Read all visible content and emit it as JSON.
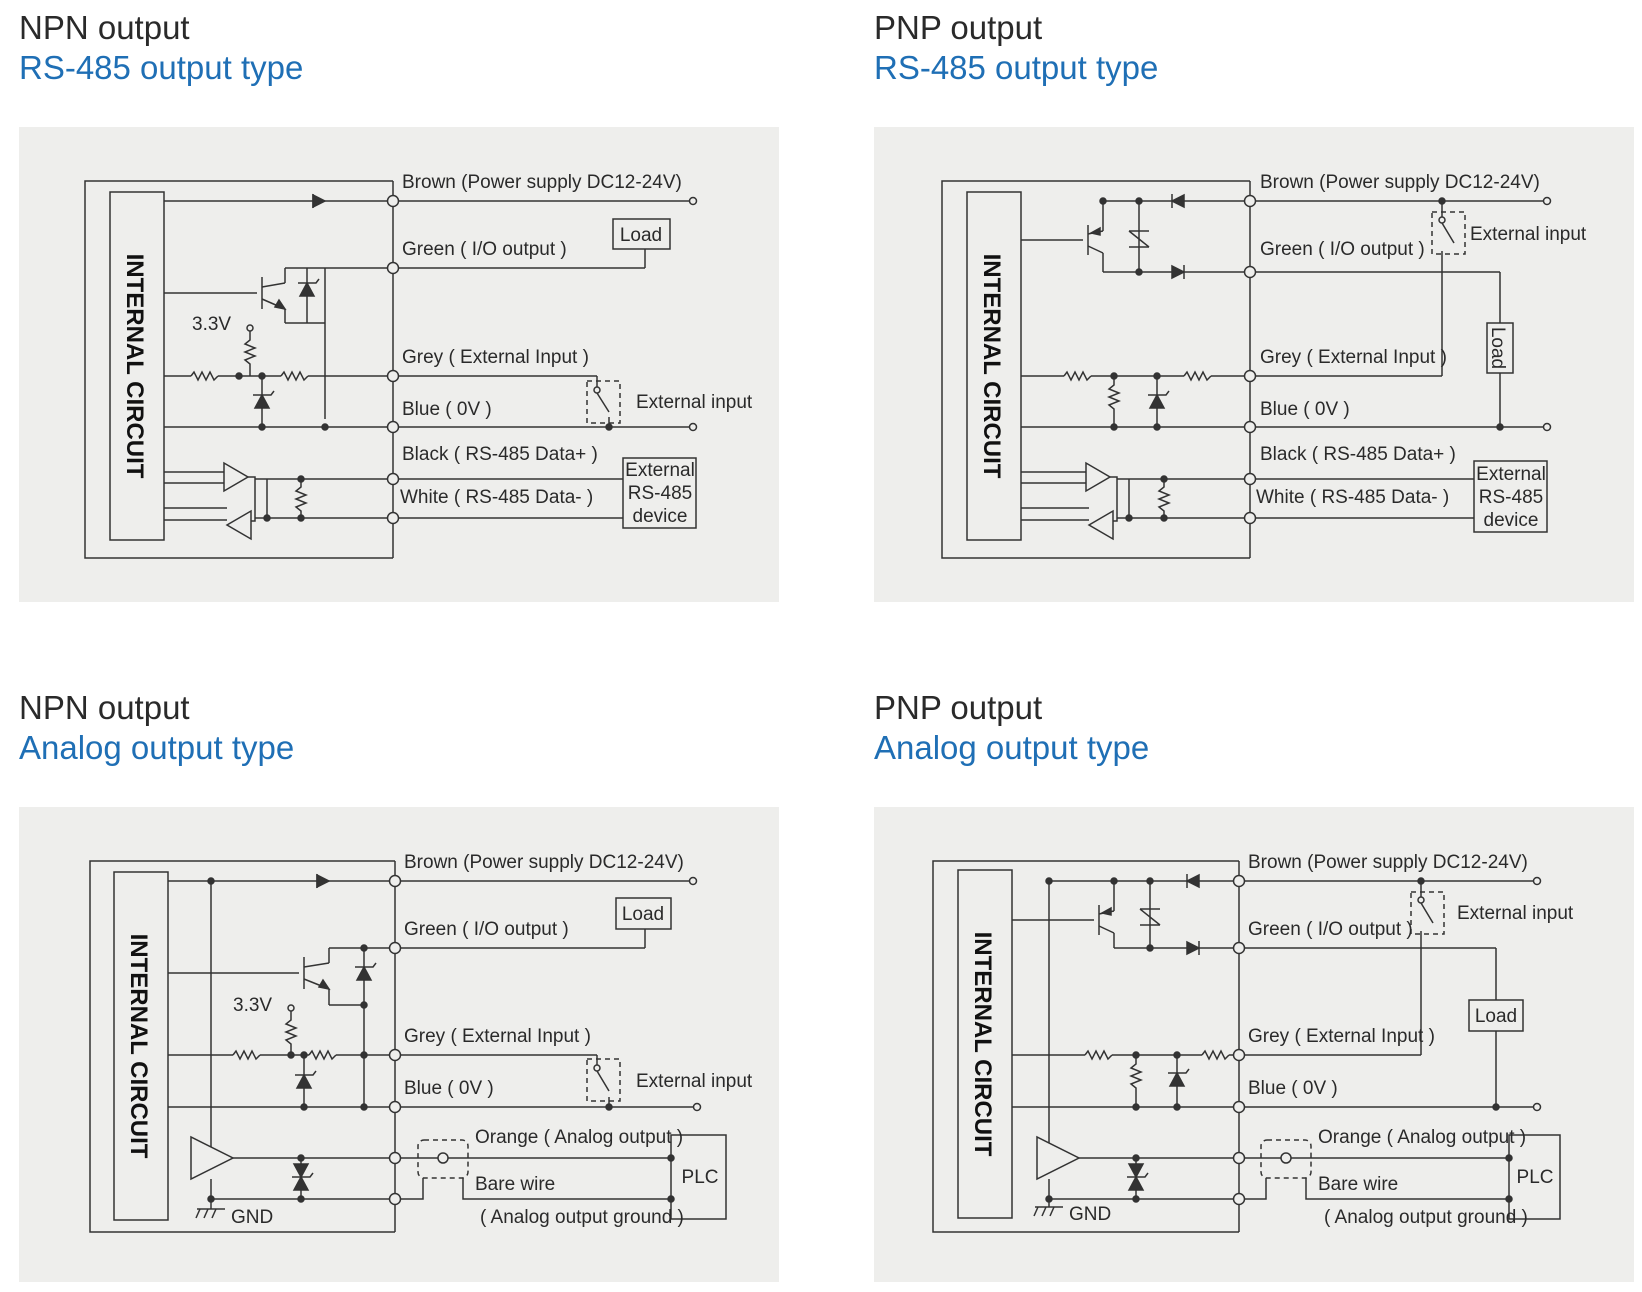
{
  "panels": [
    {
      "title": "NPN output",
      "subtitle": "RS-485 output type",
      "internal_label": "INTERNAL CIRCUIT",
      "wires": {
        "brown": "Brown (Power supply DC12-24V)",
        "green": "Green ( I/O output  )",
        "grey": "Grey ( External Input )",
        "blue": "Blue ( 0V )",
        "black": "Black ( RS-485 Data+ )",
        "white": "White ( RS-485 Data- )"
      },
      "load": "Load",
      "ext_input": "External input",
      "ref_voltage": "3.3V",
      "ext_device": [
        "External",
        "RS-485",
        "device"
      ]
    },
    {
      "title": "PNP output",
      "subtitle": "RS-485 output type",
      "internal_label": "INTERNAL CIRCUIT",
      "wires": {
        "brown": "Brown (Power supply DC12-24V)",
        "green": "Green ( I/O output  )",
        "grey": "Grey ( External Input )",
        "blue": "Blue ( 0V )",
        "black": "Black ( RS-485 Data+ )",
        "white": "White ( RS-485 Data- )"
      },
      "load": "Load",
      "ext_input": "External input",
      "ext_device": [
        "External",
        "RS-485",
        "device"
      ]
    },
    {
      "title": "NPN output",
      "subtitle": "Analog output type",
      "internal_label": "INTERNAL CIRCUIT",
      "wires": {
        "brown": "Brown (Power supply DC12-24V)",
        "green": "Green ( I/O output  )",
        "grey": "Grey ( External Input )",
        "blue": "Blue ( 0V )",
        "orange": "Orange ( Analog output )",
        "bare": "Bare wire",
        "bare_sub": "( Analog output ground )"
      },
      "load": "Load",
      "ext_input": "External input",
      "ref_voltage": "3.3V",
      "gnd": "GND",
      "plc": "PLC"
    },
    {
      "title": "PNP output",
      "subtitle": "Analog output type",
      "internal_label": "INTERNAL CIRCUIT",
      "wires": {
        "brown": "Brown (Power supply DC12-24V)",
        "green": "Green ( I/O output  )",
        "grey": "Grey ( External Input )",
        "blue": "Blue ( 0V )",
        "orange": "Orange ( Analog output )",
        "bare": "Bare wire",
        "bare_sub": "( Analog output ground )"
      },
      "load": "Load",
      "ext_input": "External input",
      "gnd": "GND",
      "plc": "PLC"
    }
  ]
}
